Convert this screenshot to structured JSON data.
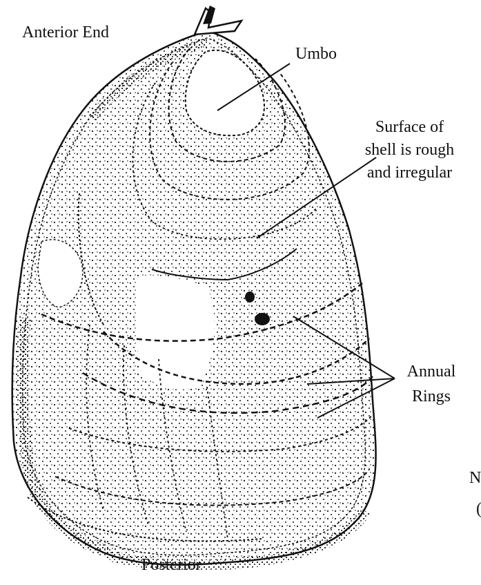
{
  "labels": {
    "anterior": "Anterior End",
    "umbo": "Umbo",
    "surface": [
      "Surface of",
      "shell is rough",
      "and irregular"
    ],
    "annual": [
      "Annual",
      "Rings"
    ],
    "posterior": "Posterior",
    "cut_right_1": "N",
    "cut_right_2": "("
  },
  "colors": {
    "ink": "#111111",
    "paper": "#ffffff"
  }
}
